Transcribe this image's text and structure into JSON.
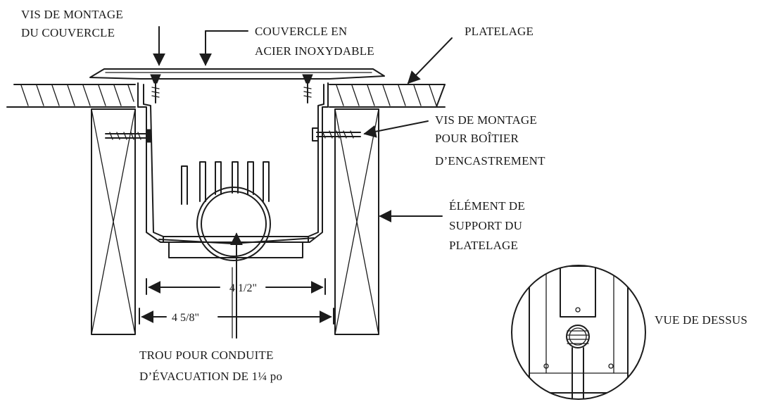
{
  "labels": {
    "cover_screws_line1": "VIS DE MONTAGE",
    "cover_screws_line2": "DU COUVERCLE",
    "cover_line1": "COUVERCLE EN",
    "cover_line2": "ACIER INOXYDABLE",
    "decking": "PLATELAGE",
    "box_screws_line1": "VIS DE MONTAGE",
    "box_screws_line2": "POUR BOÎTIER",
    "box_screws_line3": "D’ENCASTREMENT",
    "support_line1": "ÉLÉMENT DE",
    "support_line2": "SUPPORT DU",
    "support_line3": "PLATELAGE",
    "drain_line1": "TROU POUR CONDUITE",
    "drain_line2": "D’ÉVACUATION DE 1¼ po",
    "top_view": "VUE DE DESSUS"
  },
  "dimensions": {
    "inner_width": "4 1/2\"",
    "outer_width": "4 5/8\""
  }
}
